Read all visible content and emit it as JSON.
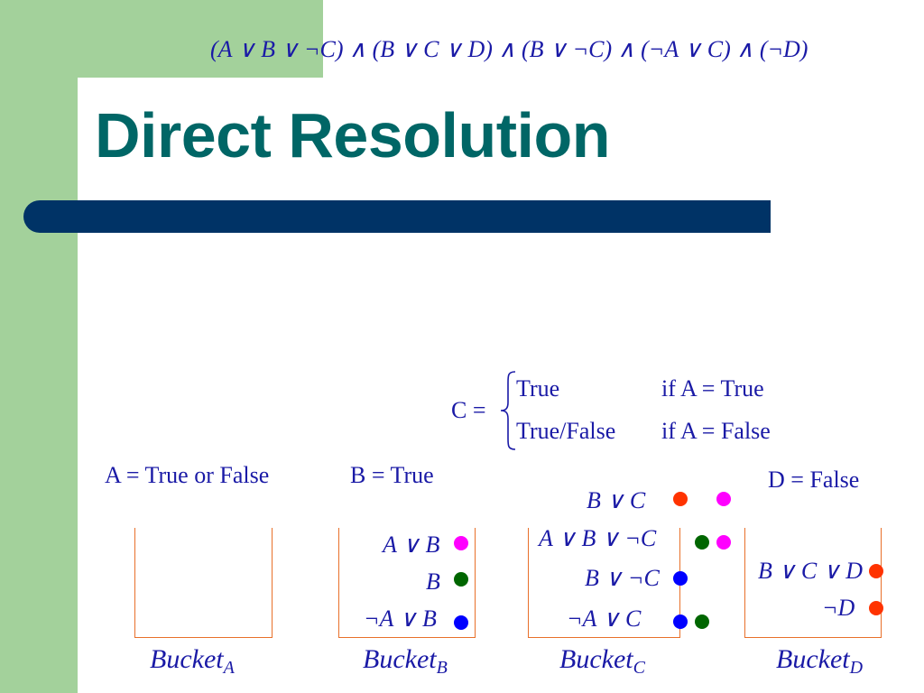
{
  "formula": "(A ∨ B ∨ ¬C) ∧ (B ∨ C ∨ D) ∧ (B ∨ ¬C) ∧ (¬A ∨ C) ∧ (¬D)",
  "title": "Direct Resolution",
  "c_def": {
    "lhs": "C =",
    "row1_value": "True",
    "row1_cond": "if  A = True",
    "row2_value": "True/False",
    "row2_cond": "if  A = False"
  },
  "assignments": {
    "a": "A = True or False",
    "b": "B = True",
    "d": "D = False"
  },
  "buckets": [
    {
      "name": "Bucket",
      "sub": "A",
      "clauses": []
    },
    {
      "name": "Bucket",
      "sub": "B",
      "clauses": [
        "A ∨ B",
        "B",
        "¬A ∨ B"
      ]
    },
    {
      "name": "Bucket",
      "sub": "C",
      "clauses": [
        "B ∨ C",
        "A ∨ B ∨ ¬C",
        "B ∨ ¬C",
        "¬A ∨ C"
      ]
    },
    {
      "name": "Bucket",
      "sub": "D",
      "clauses": [
        "B ∨ C ∨ D",
        "¬D"
      ]
    }
  ],
  "colors": {
    "magenta": "#ff00ff",
    "green": "#006600",
    "blue": "#0000ff",
    "orange": "#ff3300"
  }
}
